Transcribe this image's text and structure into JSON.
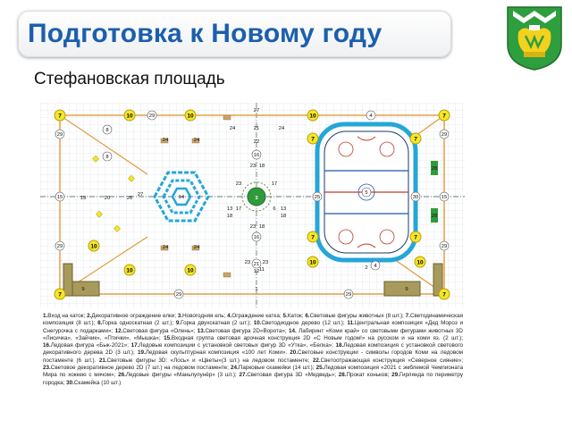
{
  "header": {
    "title": "Подготовка к Новому году",
    "subtitle": "Стефановская площадь"
  },
  "colors": {
    "title": "#1b5fae",
    "rink_border": "#25a6d9",
    "marker_yellow": "#f6e62a",
    "tree_green": "#2f9b3b",
    "coat_green": "#2e9e3e",
    "coat_yellow": "#f4d11d"
  },
  "map": {
    "labels": {
      "n1": "1",
      "n2": "2",
      "n3": "3",
      "n4": "4",
      "n5": "5",
      "n6": "6",
      "n7": "7",
      "n8": "8",
      "n9": "9",
      "n10": "10",
      "n11": "11",
      "n12": "12",
      "n13": "13",
      "n14": "14",
      "n15": "15",
      "n16": "16",
      "n17": "17",
      "n18": "18",
      "n19": "19",
      "n20": "20",
      "n21": "21",
      "n22": "22",
      "n23": "23",
      "n24": "24",
      "n25": "25",
      "n26": "26",
      "n27": "27",
      "n28": "28",
      "n29": "29",
      "n30": "30"
    }
  },
  "legend": [
    {
      "num": "1.",
      "text": "Вход на каток; "
    },
    {
      "num": "2.",
      "text": "Декоративное ограждение елки; "
    },
    {
      "num": "3.",
      "text": "Новогодняя ель; "
    },
    {
      "num": "4.",
      "text": "Ограждение катка; "
    },
    {
      "num": "5.",
      "text": "Каток; "
    },
    {
      "num": "6.",
      "text": "Световые фигуры животных (8 шт.); "
    },
    {
      "num": "7.",
      "text": "Светодинамическая композиция (8 шт.); "
    },
    {
      "num": "8.",
      "text": "Горка односкатная (2 шт.); "
    },
    {
      "num": "9.",
      "text": "Горка двухскатная (2 шт.); "
    },
    {
      "num": "10.",
      "text": "Светодиодное дерево (12 шт.); "
    },
    {
      "num": "11.",
      "text": "Центральная композиция «Дед Мороз и Снегурочка с подарками»; "
    },
    {
      "num": "12.",
      "text": "Световая фигура «Олень»; "
    },
    {
      "num": "13.",
      "text": "Световая фигура 2D«Ворота»; "
    },
    {
      "num": "14.",
      "text": " Лабиринт «Коми край» со световыми фигурами животных 3D «Лисичка», «Зайчик», «Птички», «Мышка»; "
    },
    {
      "num": "15.",
      "text": "Входная группа световая арочная конструкция 2D «С Новым годом!» на русском и на коми яз. (2 шт.); "
    },
    {
      "num": "16.",
      "text": "Ледовая фигура «Бык-2021»; "
    },
    {
      "num": "17.",
      "text": "Ледовые композиции с установкой световых фигур 3D «Утка», «Белка»; "
    },
    {
      "num": "18.",
      "text": "Ледовая композиция с установкой светового декоративного дерева 2D (3 шт.); "
    },
    {
      "num": "19.",
      "text": "Ледовая скульптурная композиция «100 лет Коми». "
    },
    {
      "num": "20.",
      "text": "Световые конструкции - символы городов Коми на ледовом постаменте (6 шт.). "
    },
    {
      "num": "21.",
      "text": "Световые фигуры 3D: «Лось» и «Цветы»(3 шт.) на ледовом постаменте; "
    },
    {
      "num": "22.",
      "text": "Светоотражающая конструкция «Северное сияние»; "
    },
    {
      "num": "23.",
      "text": "Световое декоративное дерево 2D (7 шт.) на ледовом постаменте; "
    },
    {
      "num": "24.",
      "text": "Парковые скамейки (14 шт.); "
    },
    {
      "num": "25.",
      "text": "Ледовая композиция «2021 с эмблемой Чемпионата Мира по хоккею с мячом»; "
    },
    {
      "num": "26.",
      "text": "Ледовые фигуры «Маньпупунёр» (3 шт.); "
    },
    {
      "num": "27.",
      "text": "Световая фигура 3D «Медведь»; "
    },
    {
      "num": " 28.",
      "text": "Прокат коньков; "
    },
    {
      "num": "29.",
      "text": "Гирлянда по периметру городка; "
    },
    {
      "num": "30.",
      "text": "Скамейка (10 шт.)"
    }
  ]
}
